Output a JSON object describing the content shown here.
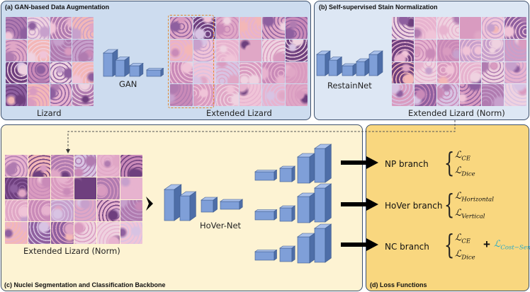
{
  "panels": {
    "a": {
      "title": "(a) GAN-based Data Augmentation",
      "color": "#cddcef"
    },
    "b": {
      "title": "(b) Self-supervised Stain Normalization",
      "color": "#dde7f4"
    },
    "c": {
      "title": "(c) Nuclei Segmentation and Classification Backbone",
      "color": "#fdf3d3"
    },
    "d": {
      "title": "(d) Loss Functions",
      "color": "#f9d77f"
    }
  },
  "labels": {
    "lizard": "Lizard",
    "gan": "GAN",
    "extended_lizard": "Extended Lizard",
    "restainnet": "RestainNet",
    "extended_norm_b": "Extended Lizard (Norm)",
    "extended_norm_c": "Extended Lizard (Norm)",
    "hovernet": "HoVer-Net"
  },
  "branches": {
    "np": "NP branch",
    "hover": "HoVer branch",
    "nc": "NC branch"
  },
  "losses": {
    "ce_1": {
      "sym": "ℒ",
      "sub": "CE"
    },
    "dice_1": {
      "sym": "ℒ",
      "sub": "Dice"
    },
    "horizontal": {
      "sym": "ℒ",
      "sub": "Horizontal"
    },
    "vertical": {
      "sym": "ℒ",
      "sub": "Vertical"
    },
    "ce_2": {
      "sym": "ℒ",
      "sub": "CE"
    },
    "dice_2": {
      "sym": "ℒ",
      "sub": "Dice"
    },
    "cost_sen": {
      "sym": "ℒ",
      "sub": "Cost−Sen"
    },
    "plus": "+"
  },
  "colors": {
    "block_front": "#7f9fd8",
    "block_side": "#4e6ea8",
    "block_top": "#a9c0ea",
    "tissue_pink": "#e9b4cf",
    "tissue_purple": "#9a6aa9",
    "accent_cyan": "#27a9c6"
  }
}
